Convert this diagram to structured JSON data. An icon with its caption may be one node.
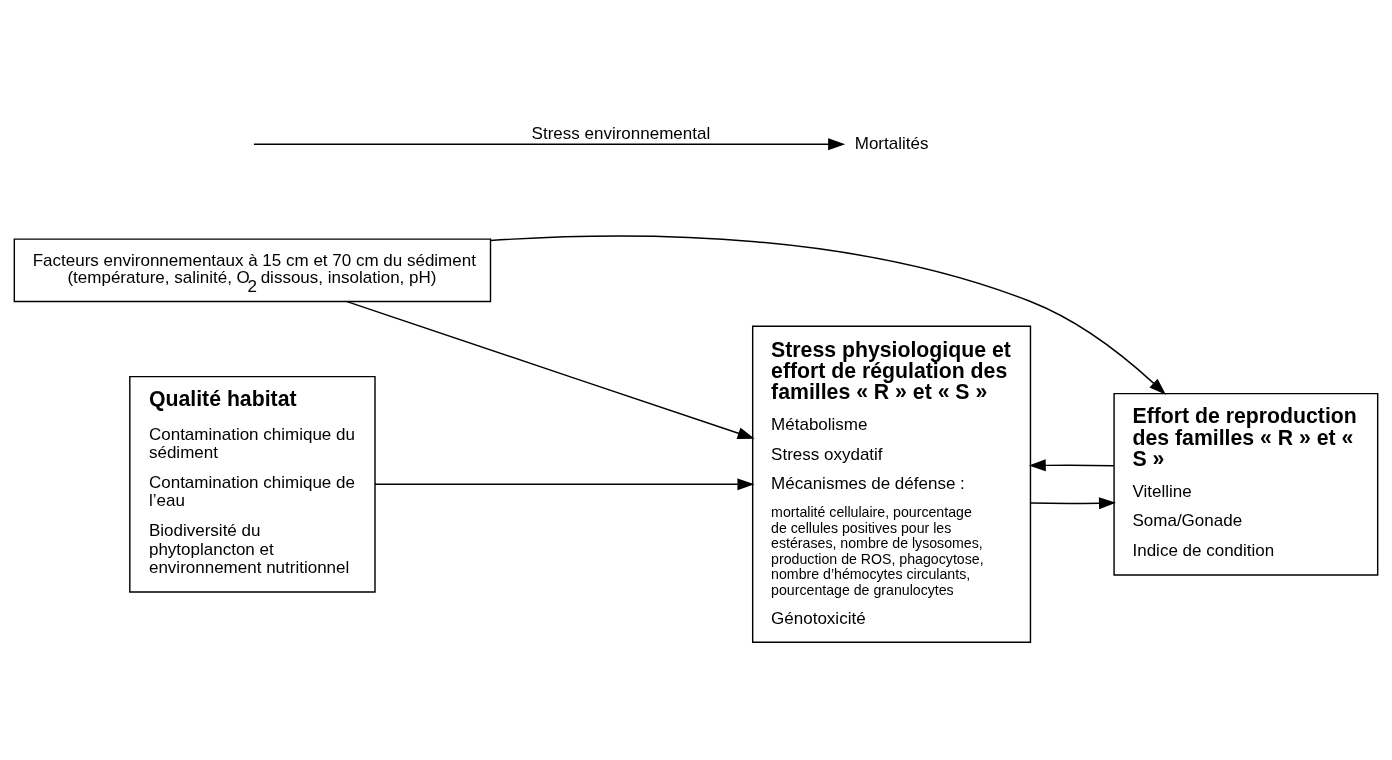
{
  "diagram": {
    "nodes": [
      {
        "text": [
          "Facteurs environnementaux à 15 cm et 70 cm du sédiment (température, salinité, O$_{2}$ dissous, insolation, pH)"
        ]
      },
      {
        "text": [
          "Qualité habitat",
          "Contamination chimique du sédiment",
          "Contamination chimique de l’eau",
          "Biodiversité du phytoplancton et environnement nutritionnel"
        ]
      },
      {
        "text": [
          "Stress physiologique et effort de régulation des familles « R » et « S »",
          "Métabolisme",
          "Stress oxydatif",
          "Mécanismes de défense :",
          "mortalité cellulaire, pourcentage de cellules positives pour les estérases, nombre de lysosomes, production de ROS, phagocytose, nombre d’hémocytes circulants, pourcentage de granulocytes",
          "Génotoxicité"
        ]
      },
      {
        "text": [
          "Effort de reproduction des familles « R » et « S »",
          "Vitelline",
          "Soma/Gonade",
          "Indice de condition"
        ]
      },
      {
        "text": [
          "Mortalités"
        ]
      }
    ],
    "edges": [
      {
        "from": 1,
        "to": 2,
        "arrow": "to"
      },
      {
        "from": 0,
        "to": 2,
        "arrow": "to"
      },
      {
        "from": 2,
        "to": 3,
        "arrow": "to"
      },
      {
        "from": 0,
        "to": 3,
        "arrow": "to"
      },
      {
        "from": 3,
        "to": 2,
        "arrow": "to"
      },
      {
        "from": null,
        "to": 4,
        "arrow": "to",
        "label": "Stress environnemental"
      }
    ]
  }
}
